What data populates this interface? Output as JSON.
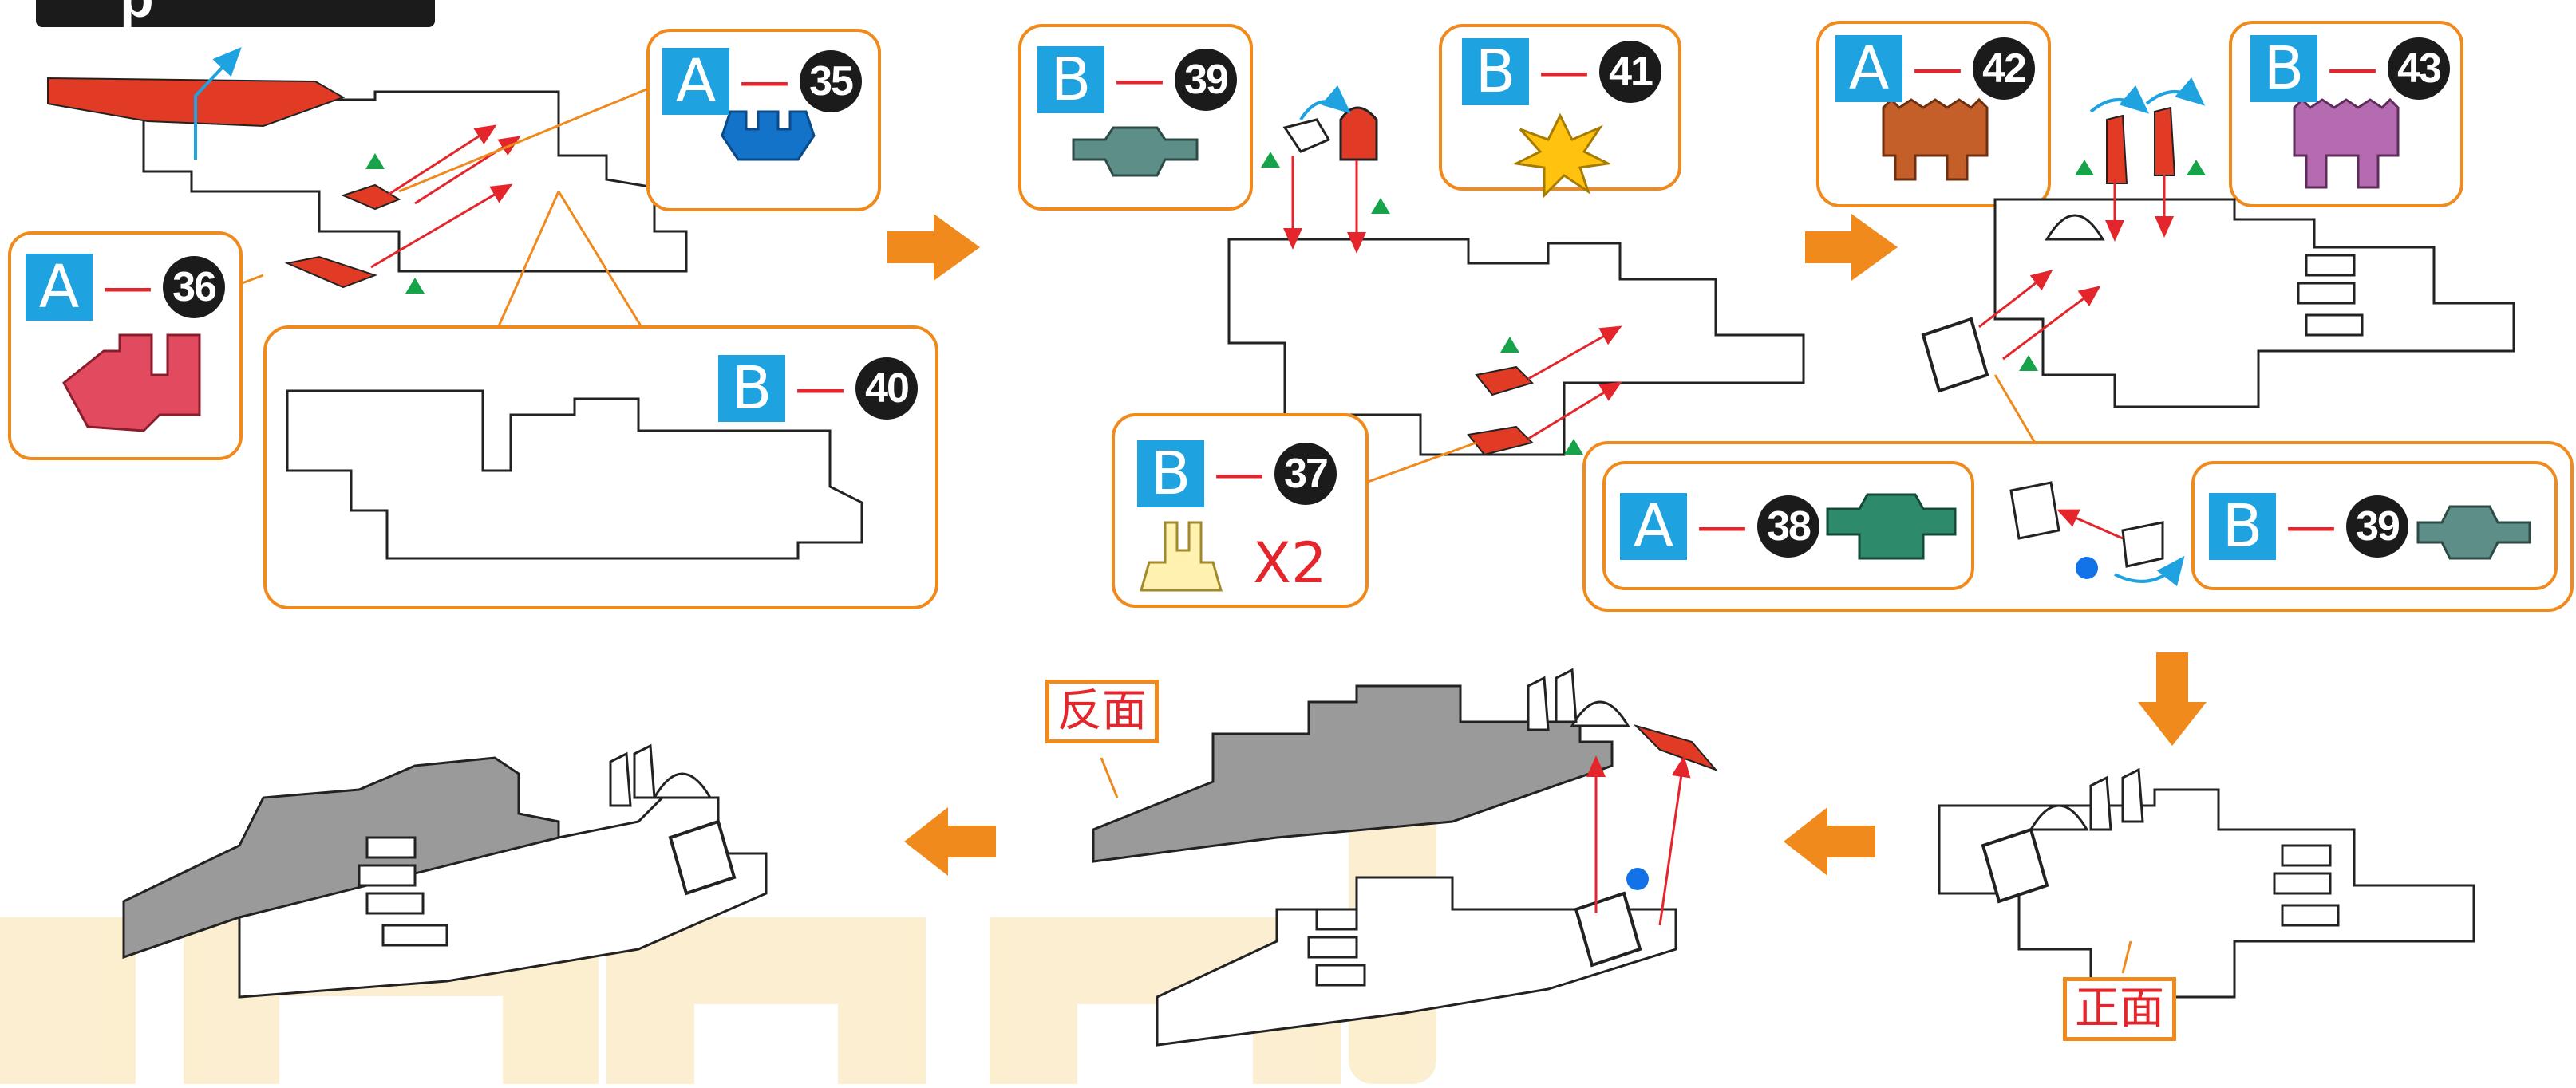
{
  "colors": {
    "callout_border": "#f08a1c",
    "step_arrow": "#f08a1c",
    "letter_badge": "#1ea3e0",
    "number_badge": "#1b1b1b",
    "guide_arrow": "#e4262c",
    "rotate_arrow": "#1ea3e0",
    "triangle_marker": "#17a34a",
    "dot_marker": "#1273e8"
  },
  "step_header": {
    "text": "p"
  },
  "callouts": {
    "c35": {
      "letter": "A",
      "dash": "—",
      "number": "35"
    },
    "c36": {
      "letter": "A",
      "dash": "—",
      "number": "36"
    },
    "c40": {
      "letter": "B",
      "dash": "—",
      "number": "40"
    },
    "c39a": {
      "letter": "B",
      "dash": "—",
      "number": "39"
    },
    "c41": {
      "letter": "B",
      "dash": "—",
      "number": "41"
    },
    "c37": {
      "letter": "B",
      "dash": "—",
      "number": "37",
      "count": "X2"
    },
    "c42": {
      "letter": "A",
      "dash": "—",
      "number": "42"
    },
    "c43": {
      "letter": "B",
      "dash": "—",
      "number": "43"
    },
    "c38": {
      "letter": "A",
      "dash": "—",
      "number": "38"
    },
    "c39b": {
      "letter": "B",
      "dash": "—",
      "number": "39"
    }
  },
  "side_labels": {
    "back": "反面",
    "front": "正面"
  },
  "step_arrows": [
    "right",
    "right",
    "down",
    "left",
    "left"
  ]
}
